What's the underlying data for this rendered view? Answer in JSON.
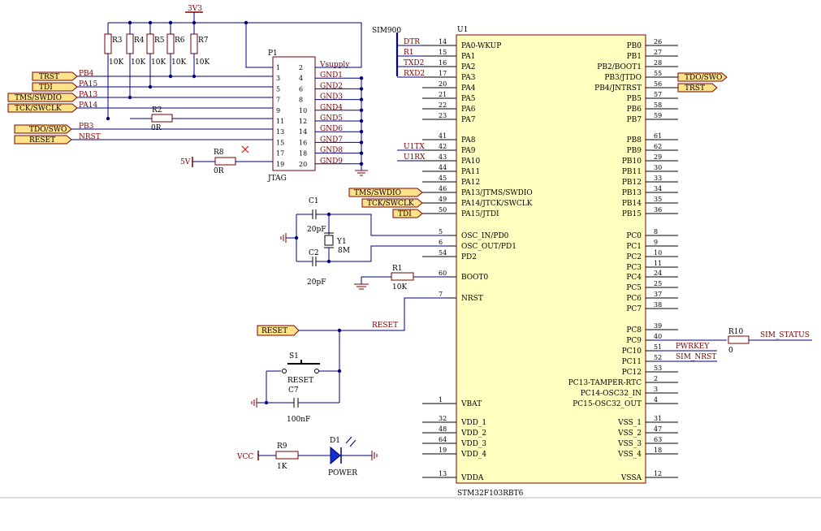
{
  "header_power": "3V3",
  "net_sim900": "SIM900",
  "chip": {
    "ref": "U1",
    "part": "STM32F103RBT6",
    "left_pins": [
      {
        "num": "14",
        "name": "PA0-WKUP",
        "net": "DTR"
      },
      {
        "num": "15",
        "name": "PA1",
        "net": "R1"
      },
      {
        "num": "16",
        "name": "PA2",
        "net": "TXD2"
      },
      {
        "num": "17",
        "name": "PA3",
        "net": "RXD2"
      },
      {
        "num": "20",
        "name": "PA4",
        "net": ""
      },
      {
        "num": "21",
        "name": "PA5",
        "net": ""
      },
      {
        "num": "22",
        "name": "PA6",
        "net": ""
      },
      {
        "num": "23",
        "name": "PA7",
        "net": ""
      },
      {
        "num": "41",
        "name": "PA8",
        "net": ""
      },
      {
        "num": "42",
        "name": "PA9",
        "net": "U1TX"
      },
      {
        "num": "43",
        "name": "PA10",
        "net": "U1RX"
      },
      {
        "num": "44",
        "name": "PA11",
        "net": ""
      },
      {
        "num": "45",
        "name": "PA12",
        "net": ""
      },
      {
        "num": "46",
        "name": "PA13/JTMS/SWDIO",
        "net": ""
      },
      {
        "num": "49",
        "name": "PA14/JTCK/SWCLK",
        "net": ""
      },
      {
        "num": "50",
        "name": "PA15/JTDI",
        "net": ""
      },
      {
        "num": "5",
        "name": "OSC_IN/PD0",
        "net": ""
      },
      {
        "num": "6",
        "name": "OSC_OUT/PD1",
        "net": ""
      },
      {
        "num": "54",
        "name": "PD2",
        "net": ""
      },
      {
        "num": "60",
        "name": "BOOT0",
        "net": ""
      },
      {
        "num": "7",
        "name": "NRST",
        "net": ""
      },
      {
        "num": "1",
        "name": "VBAT",
        "net": ""
      },
      {
        "num": "32",
        "name": "VDD_1",
        "net": ""
      },
      {
        "num": "48",
        "name": "VDD_2",
        "net": ""
      },
      {
        "num": "64",
        "name": "VDD_3",
        "net": ""
      },
      {
        "num": "19",
        "name": "VDD_4",
        "net": ""
      },
      {
        "num": "13",
        "name": "VDDA",
        "net": ""
      }
    ],
    "right_pins": [
      {
        "num": "26",
        "name": "PB0"
      },
      {
        "num": "27",
        "name": "PB1"
      },
      {
        "num": "28",
        "name": "PB2/BOOT1"
      },
      {
        "num": "55",
        "name": "PB3/JTDO"
      },
      {
        "num": "56",
        "name": "PB4/JNTRST"
      },
      {
        "num": "57",
        "name": "PB5"
      },
      {
        "num": "58",
        "name": "PB6"
      },
      {
        "num": "59",
        "name": "PB7"
      },
      {
        "num": "61",
        "name": "PB8"
      },
      {
        "num": "62",
        "name": "PB9"
      },
      {
        "num": "29",
        "name": "PB10"
      },
      {
        "num": "30",
        "name": "PB11"
      },
      {
        "num": "33",
        "name": "PB12"
      },
      {
        "num": "34",
        "name": "PB13"
      },
      {
        "num": "35",
        "name": "PB14"
      },
      {
        "num": "36",
        "name": "PB15"
      },
      {
        "num": "8",
        "name": "PC0"
      },
      {
        "num": "9",
        "name": "PC1"
      },
      {
        "num": "10",
        "name": "PC2"
      },
      {
        "num": "11",
        "name": "PC3"
      },
      {
        "num": "24",
        "name": "PC4"
      },
      {
        "num": "25",
        "name": "PC5"
      },
      {
        "num": "37",
        "name": "PC6"
      },
      {
        "num": "38",
        "name": "PC7"
      },
      {
        "num": "39",
        "name": "PC8"
      },
      {
        "num": "40",
        "name": "PC9"
      },
      {
        "num": "51",
        "name": "PC10"
      },
      {
        "num": "52",
        "name": "PC11"
      },
      {
        "num": "53",
        "name": "PC12"
      },
      {
        "num": "2",
        "name": "PC13-TAMPER-RTC"
      },
      {
        "num": "3",
        "name": "PC14-OSC32_IN"
      },
      {
        "num": "4",
        "name": "PC15-OSC32_OUT"
      },
      {
        "num": "31",
        "name": "VSS_1"
      },
      {
        "num": "47",
        "name": "VSS_2"
      },
      {
        "num": "63",
        "name": "VSS_3"
      },
      {
        "num": "18",
        "name": "VSS_4"
      },
      {
        "num": "12",
        "name": "VSSA"
      }
    ]
  },
  "jtag": {
    "ref": "P1",
    "label": "JTAG",
    "left_nums": [
      "1",
      "3",
      "5",
      "7",
      "9",
      "11",
      "13",
      "15",
      "17",
      "19"
    ],
    "right_nums": [
      "2",
      "4",
      "6",
      "8",
      "10",
      "12",
      "14",
      "16",
      "18",
      "20"
    ],
    "right_nets": [
      "Vsupply",
      "GND1",
      "GND2",
      "GND3",
      "GND4",
      "GND5",
      "GND6",
      "GND7",
      "GND8",
      "GND9"
    ],
    "ports": [
      {
        "name": "TRST",
        "pin": "PB4"
      },
      {
        "name": "TDI",
        "pin": "PA15"
      },
      {
        "name": "TMS/SWDIO",
        "pin": "PA13"
      },
      {
        "name": "TCK/SWCLK",
        "pin": "PA14"
      },
      {
        "name": "TDO/SWO",
        "pin": "PB3"
      },
      {
        "name": "RESET",
        "pin": "NRST"
      }
    ]
  },
  "pullups": [
    {
      "ref": "R3",
      "value": "10K"
    },
    {
      "ref": "R4",
      "value": "10K"
    },
    {
      "ref": "R5",
      "value": "10K"
    },
    {
      "ref": "R6",
      "value": "10K"
    },
    {
      "ref": "R7",
      "value": "10K"
    }
  ],
  "r2": {
    "ref": "R2",
    "value": "0R"
  },
  "r8": {
    "ref": "R8",
    "value": "0R",
    "net": "5V"
  },
  "chip_ports_left": [
    "TMS/SWDIO",
    "TCK/SWCLK",
    "TDI"
  ],
  "chip_ports_right": [
    "TDO/SWO",
    "TRST"
  ],
  "crystal": {
    "c1": "C1",
    "c1v": "20pF",
    "c2": "C2",
    "c2v": "20pF",
    "y": "Y1",
    "yv": "8M"
  },
  "boot": {
    "ref": "R1",
    "value": "10K"
  },
  "reset": {
    "port": "RESET",
    "net": "RESET",
    "sw": "S1",
    "swlabel": "RESET",
    "cap": "C7",
    "capv": "100nF"
  },
  "led": {
    "net": "VCC",
    "r": "R9",
    "rv": "1K",
    "d": "D1",
    "dl": "POWER"
  },
  "sim": {
    "r": "R10",
    "rv": "0",
    "status": "SIM_STATUS",
    "pwr": "PWRKEY",
    "rst": "SIM_NRST"
  }
}
